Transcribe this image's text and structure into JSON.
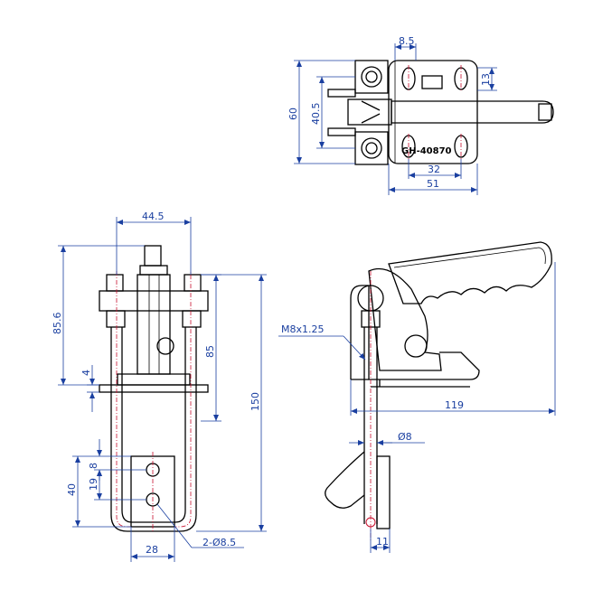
{
  "diagram": {
    "part_number": "GH-40870",
    "top_view": {
      "d_8_5": "8.5",
      "d_13": "13",
      "d_60": "60",
      "d_40_5": "40.5",
      "d_32": "32",
      "d_51": "51"
    },
    "front_view": {
      "d_44_5": "44.5",
      "d_85_6": "85.6",
      "d_85": "85",
      "d_4": "4",
      "d_150": "150",
      "d_8": "8",
      "d_19": "19",
      "d_40": "40",
      "d_28": "28",
      "hole_label": "2-Ø8.5"
    },
    "side_view": {
      "thread_label": "M8x1.25",
      "d_119": "119",
      "d_dia8": "Ø8",
      "d_11": "11"
    }
  }
}
